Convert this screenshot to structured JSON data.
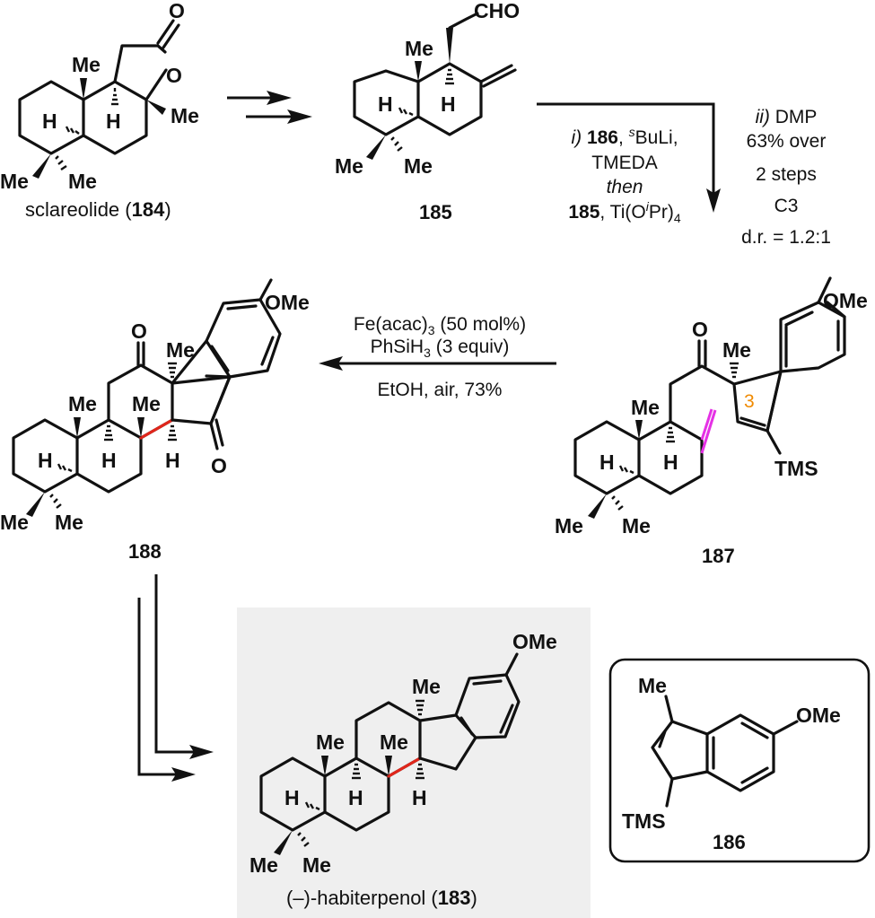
{
  "scheme": {
    "compounds": {
      "sclareolide": {
        "name": "sclareolide",
        "number": "184",
        "atoms": {
          "me1": "Me",
          "me2": "Me",
          "me3": "Me",
          "me4": "Me",
          "h1": "H",
          "h2": "H",
          "o1": "O",
          "o2": "O"
        }
      },
      "c185": {
        "number": "185",
        "atoms": {
          "cho": "CHO",
          "me1": "Me",
          "me2": "Me",
          "me3": "Me",
          "h1": "H",
          "h2": "H"
        }
      },
      "c187": {
        "number": "187",
        "atoms": {
          "o": "O",
          "me_c3": "Me",
          "ome": "OMe",
          "tms": "TMS",
          "me1": "Me",
          "me2": "Me",
          "me3": "Me",
          "h1": "H",
          "h2": "H"
        },
        "position_label": "3"
      },
      "c188": {
        "number": "188",
        "atoms": {
          "o1": "O",
          "o2": "O",
          "me_top": "Me",
          "me1": "Me",
          "me2": "Me",
          "me3": "Me",
          "me4": "Me",
          "ome": "OMe",
          "h1": "H",
          "h2": "H",
          "h3": "H"
        }
      },
      "c183": {
        "name": "(–)-habiterpenol",
        "number": "183",
        "atoms": {
          "ome": "OMe",
          "me_top": "Me",
          "me1": "Me",
          "me2": "Me",
          "me3": "Me",
          "me4": "Me",
          "h1": "H",
          "h2": "H",
          "h3": "H"
        }
      },
      "c186": {
        "number": "186",
        "atoms": {
          "me": "Me",
          "ome": "OMe",
          "tms": "TMS"
        }
      }
    },
    "steps": {
      "step1": {
        "arrows": 2
      },
      "step2": {
        "left": {
          "line1_prefix": "i)",
          "line1_cpd": "186",
          "line1_reagent": "BuLi,",
          "line1_sup": "s",
          "line2": "TMEDA",
          "line3": "then",
          "line4_cpd": "185",
          "line4_reagent": ", Ti(O",
          "line4_sup": "i",
          "line4_end": "Pr)",
          "line4_sub": "4"
        },
        "right": {
          "line1_prefix": "ii)",
          "line1_reagent": "DMP",
          "line2": "63% over",
          "line3": "2 steps",
          "line4": "C3",
          "line5": "d.r. = 1.2:1"
        }
      },
      "step3": {
        "line1": "Fe(acac)",
        "line1_sub": "3",
        "line1_end": " (50 mol%)",
        "line2": "PhSiH",
        "line2_sub": "3",
        "line2_end": " (3 equiv)",
        "below": "EtOH, air, 73%"
      },
      "step4": {
        "arrows": 2
      }
    },
    "colors": {
      "new_bond": "#e0261b",
      "alkene_highlight": "#e531e5",
      "c3_label": "#f08a00",
      "product_bg": "#efefef"
    }
  }
}
